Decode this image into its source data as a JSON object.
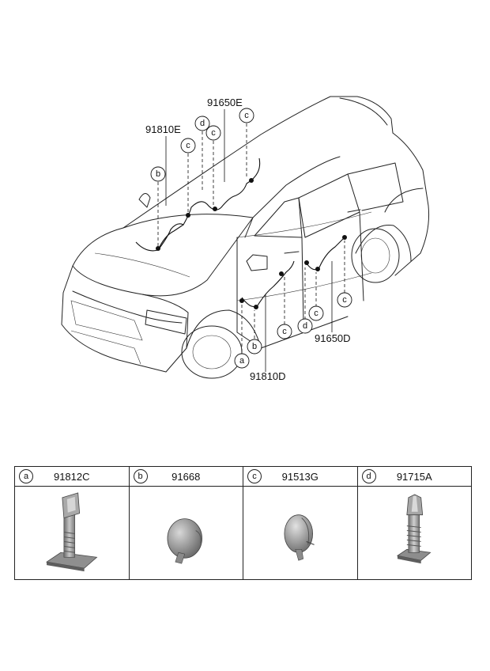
{
  "callouts": {
    "top_left_part": "91810E",
    "top_right_part": "91650E",
    "bottom_left_part": "91810D",
    "bottom_right_part": "91650D"
  },
  "markers": {
    "a": "a",
    "b": "b",
    "c": "c",
    "d": "d"
  },
  "parts_table": [
    {
      "letter": "a",
      "code": "91812C",
      "icon": "bolt-clip-icon"
    },
    {
      "letter": "b",
      "code": "91668",
      "icon": "round-cap-clip-icon"
    },
    {
      "letter": "c",
      "code": "91513G",
      "icon": "angled-cap-clip-icon"
    },
    {
      "letter": "d",
      "code": "91715A",
      "icon": "fir-tree-clip-icon"
    }
  ]
}
